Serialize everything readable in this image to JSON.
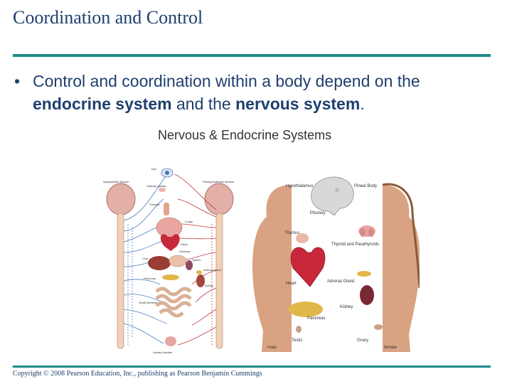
{
  "slide": {
    "title": "Coordination and Control",
    "bullet": {
      "parts": [
        "Control and coordination within a body depend on the ",
        "endocrine system",
        " and the ",
        "nervous system",
        "."
      ]
    },
    "copyright": "Copyright © 2008 Pearson Education, Inc., publishing as Pearson Benjamin Cummings"
  },
  "figure": {
    "title": "Nervous & Endocrine Systems",
    "nervous_panel": {
      "labels": {
        "sympathetic": "Sympathetic division",
        "parasympathetic": "Parasympathetic division",
        "eye": "Eye",
        "salivary": "Salivary glands",
        "trachea": "Trachea",
        "lungs": "Lungs",
        "heart": "Heart",
        "stomach": "Stomach",
        "liver": "Liver",
        "spleen": "Spleen",
        "pancreas": "Pancreas",
        "adrenal": "Adrenal gland",
        "kidney": "Kidney",
        "intestine": "Small intestine",
        "urinary": "Urinary bladder"
      }
    },
    "endocrine_panel": {
      "labels": {
        "hypothalamus": "Hypothalamus",
        "pineal": "Pineal Body",
        "pituitary": "Pituitary",
        "thymus": "Thymus",
        "thyroid": "Thyroid and Parathyroids",
        "heart": "Heart",
        "adrenal": "Adrenal Gland",
        "kidney": "Kidney",
        "pancreas": "Pancreas",
        "testis": "Testis",
        "ovary": "Ovary",
        "male": "male",
        "female": "female"
      }
    },
    "colors": {
      "nerve_blue": "#4a7fc0",
      "nerve_red": "#c43a3a",
      "skin": "#d9a383",
      "brain": "#e3b0a8",
      "heart": "#c8283a",
      "pancreas": "#e0b84a",
      "accent": "#1d8a8a",
      "title_text": "#1f3f6e"
    }
  }
}
